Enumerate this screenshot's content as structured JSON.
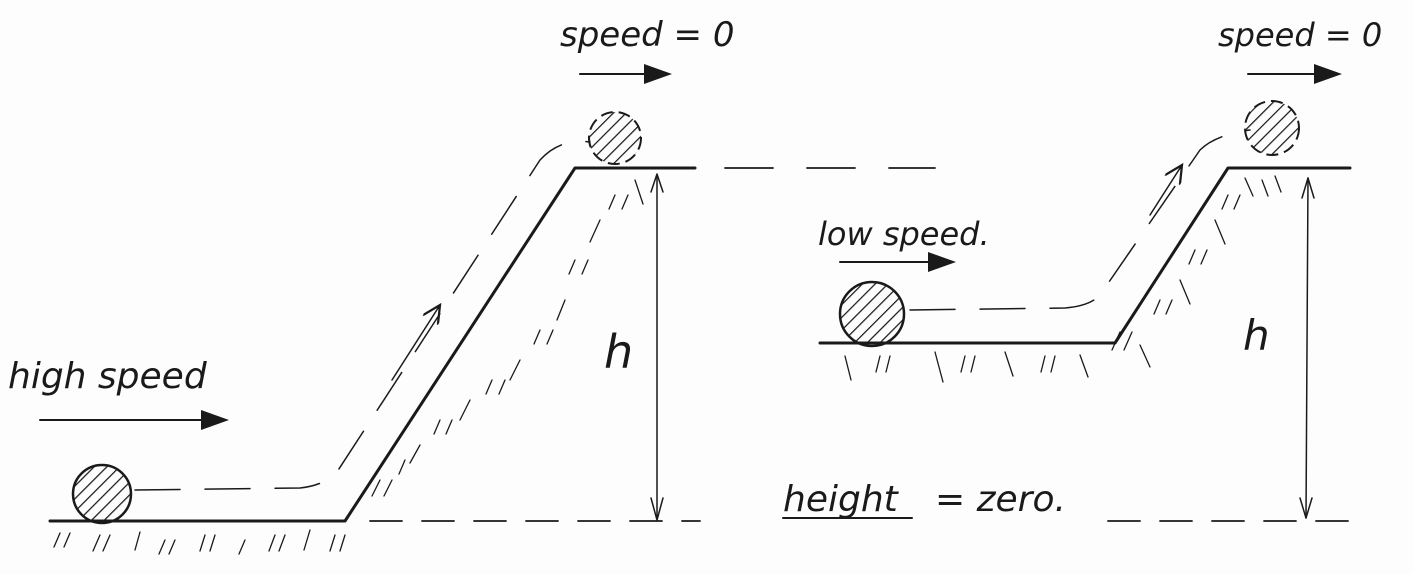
{
  "labels": {
    "high_speed": "high speed",
    "low_speed": "low speed.",
    "speed_zero_left": "speed = 0",
    "speed_zero_right": "speed = 0",
    "h_left": "h",
    "h_right": "h",
    "height_word": "height",
    "height_rest": "= zero."
  },
  "colors": {
    "ink": "#1a1a1a",
    "paper": "#fdfdfd"
  }
}
